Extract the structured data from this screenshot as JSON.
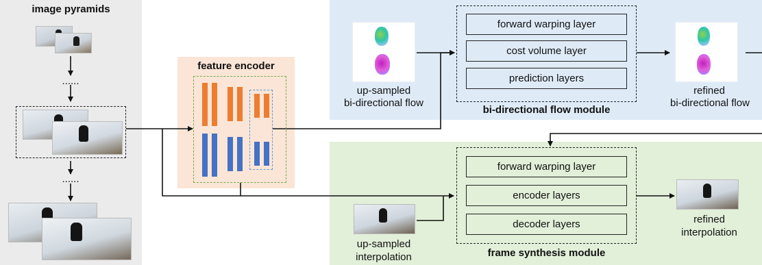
{
  "pyramid": {
    "title": "image pyramids",
    "dots_top": "......",
    "dots_bottom": "......"
  },
  "encoder": {
    "title": "feature encoder"
  },
  "flow_module": {
    "name": "bi-directional flow module",
    "layers": [
      "forward warping layer",
      "cost volume layer",
      "prediction layers"
    ],
    "input_label_1": "up-sampled",
    "input_label_2": "bi-directional flow",
    "output_label_1": "refined",
    "output_label_2": "bi-directional flow"
  },
  "synthesis_module": {
    "name": "frame synthesis module",
    "layers": [
      "forward warping layer",
      "encoder layers",
      "decoder layers"
    ],
    "input_label_1": "up-sampled",
    "input_label_2": "interpolation",
    "output_label_1": "refined",
    "output_label_2": "interpolation"
  },
  "colors": {
    "pyramid_bg": "#ebebeb",
    "encoder_bg": "#fbe5d6",
    "flow_bg": "#deebf7",
    "synthesis_bg": "#e2efd9",
    "orange": "#ed7d31",
    "blue": "#4472c4",
    "green_dash": "#70ad47",
    "blue_dash": "#5b9bd5"
  }
}
